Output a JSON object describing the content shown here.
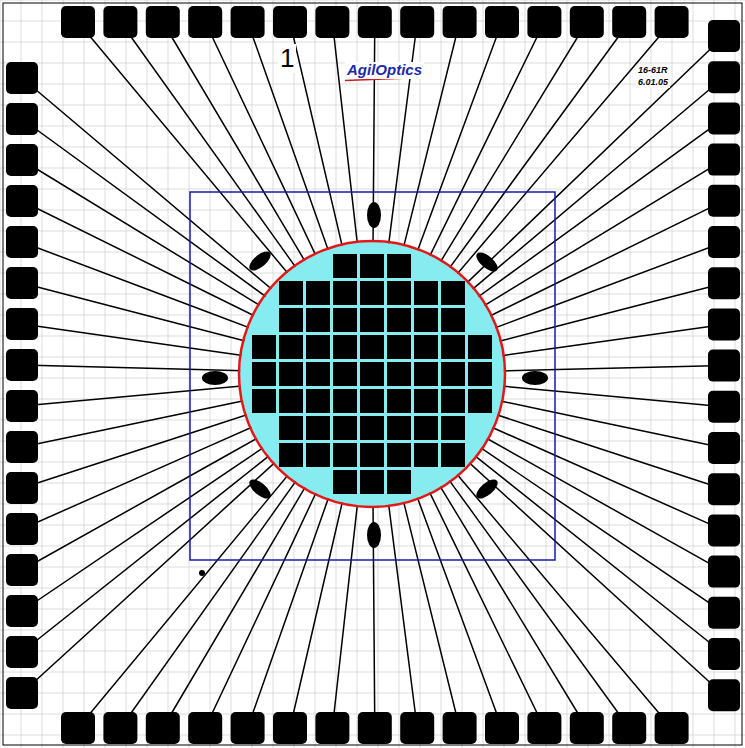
{
  "diagram": {
    "labels": [
      "1",
      "AgilOptics",
      "16-61R",
      "6.01.05"
    ]
  }
}
